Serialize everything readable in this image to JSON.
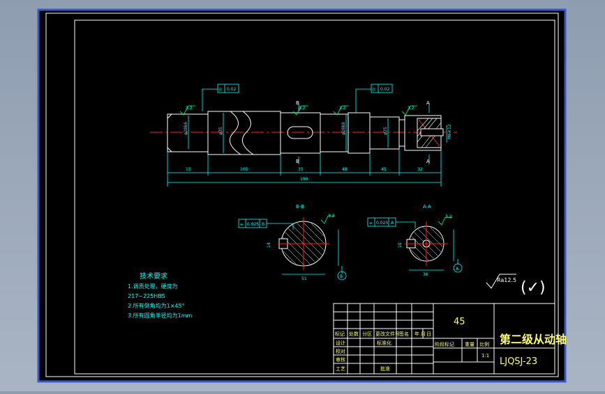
{
  "colors": {
    "background": "#000000",
    "frame": "#ffffff",
    "dimension": "#00ffff",
    "centerline": "#ff2020",
    "text": "#ffff66"
  },
  "shaft": {
    "datum_labels": [
      "B",
      "A"
    ],
    "section_markers": [
      "B",
      "B",
      "A",
      "A"
    ],
    "dimensions": [
      "15",
      "105",
      "190",
      "35",
      "48",
      "45",
      "32",
      "28",
      "28"
    ],
    "tolerance_frames": [
      "0.02",
      "0.02"
    ],
    "roughness": [
      "3.2",
      "3.2",
      "3.2",
      "3.2",
      "3.2"
    ]
  },
  "sections": {
    "bb": {
      "title": "B-B",
      "tolerance": "0.025",
      "dims": [
        "14",
        "51"
      ],
      "datum": "B"
    },
    "aa": {
      "title": "A-A",
      "tolerance": "0.025",
      "dims": [
        "10",
        "36"
      ],
      "datum": "A"
    }
  },
  "roughness_symbol": {
    "value": "Ra12.5",
    "note": "(✓)"
  },
  "tech_requirements": {
    "title": "技术要求",
    "items": [
      "1.调质处理，硬度为",
      "217~225HBS",
      "2.所有倒角均为1×45°",
      "3.所有圆角半径均为1mm"
    ]
  },
  "title_block": {
    "material": "45",
    "part_name": "第二级从动轴",
    "drawing_code": "LJQSJ-23",
    "scale": "1:1",
    "header_labels": [
      "标记",
      "处数",
      "分区",
      "更改文件号",
      "签名",
      "年",
      "月",
      "日"
    ],
    "row_labels": [
      "设计",
      "校对",
      "审核",
      "工艺"
    ],
    "standardization": "标准化",
    "approve": "批准",
    "stage_mark": "阶段标记",
    "weight": "重量",
    "scale_label": "比例"
  }
}
